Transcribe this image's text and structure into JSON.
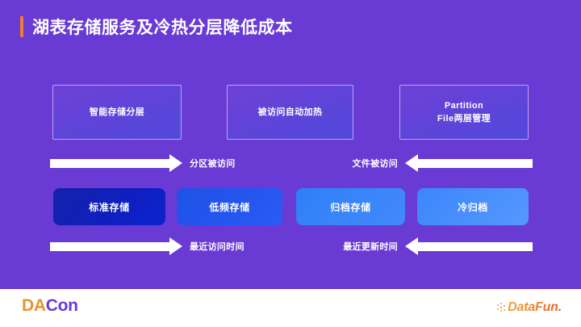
{
  "slide": {
    "background_color": "#6a3ad4",
    "title": "湖表存储服务及冷热分层降低成本",
    "title_accent_color": "#f07c33"
  },
  "features": {
    "boxes": [
      {
        "label": "智能存储分层"
      },
      {
        "label": "被访问自动加热"
      },
      {
        "label_line1": "Partition",
        "label_line2": "File两层管理"
      }
    ]
  },
  "arrows": {
    "top": {
      "left": {
        "label": "分区被访问",
        "direction": "right"
      },
      "right": {
        "label": "文件被访问",
        "direction": "left"
      }
    },
    "bottom": {
      "left": {
        "label": "最近访问时间",
        "direction": "right"
      },
      "right": {
        "label": "最近更新时间",
        "direction": "left"
      }
    }
  },
  "tiers": {
    "cards": [
      {
        "label": "标准存储",
        "color": "#0f1fbe"
      },
      {
        "label": "低频存储",
        "color": "#2456ef"
      },
      {
        "label": "归档存储",
        "color": "#3a85f9"
      },
      {
        "label": "冷归档",
        "color": "#4a90fd"
      }
    ]
  },
  "footer": {
    "logo_left_part1": "DA",
    "logo_left_part2": "Con",
    "logo_left_part1_color": "#e8922f",
    "logo_left_part2_color": "#6a3ad4",
    "logo_right_text": "DataFun.",
    "logo_right_color": "#ee8a31"
  }
}
